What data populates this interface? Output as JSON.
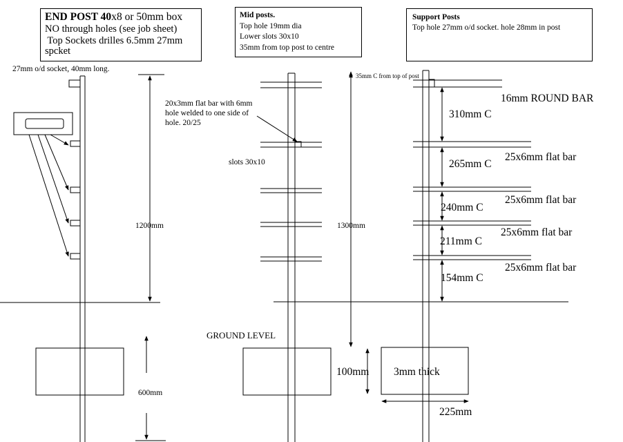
{
  "end_post_note": {
    "line1_bold": "END POST 40",
    "line1_rest": "x8 or 50mm box",
    "line2": "NO through holes (see job sheet)",
    "line3": " Top Sockets drilles 6.5mm 27mm",
    "line4": "spcket"
  },
  "mid_posts_note": {
    "title": "Mid posts.",
    "line1": "Top hole 19mm dia",
    "line2": "Lower slots 30x10",
    "line3": "35mm from top post to centre"
  },
  "support_posts_note": {
    "title": "Support Posts",
    "line1": "Top hole 27mm o/d socket. hole 28mm in post"
  },
  "labels": {
    "socket_note": "27mm o/d socket, 40mm long.",
    "flat_bar_note_1": "20x3mm flat bar with 6mm",
    "flat_bar_note_2": "hole welded to one side of",
    "flat_bar_note_3": "hole. 20/25",
    "slots": "slots 30x10",
    "top_offset": "35mm C from top of post",
    "end_post_height": "1200mm",
    "mid_post_height": "1300mm",
    "footing_depth": "600mm",
    "ground_level": "GROUND LEVEL",
    "plate_height": "100mm",
    "plate_thickness": "3mm thick",
    "plate_width": "225mm"
  },
  "spacings": [
    {
      "spacing": "310mm C",
      "bar": "16mm ROUND BAR"
    },
    {
      "spacing": "265mm C",
      "bar": "25x6mm flat bar"
    },
    {
      "spacing": "240mm C",
      "bar": "25x6mm flat bar"
    },
    {
      "spacing": "211mm C",
      "bar": "25x6mm flat bar"
    },
    {
      "spacing": "154mm C",
      "bar": "25x6mm flat bar"
    }
  ]
}
